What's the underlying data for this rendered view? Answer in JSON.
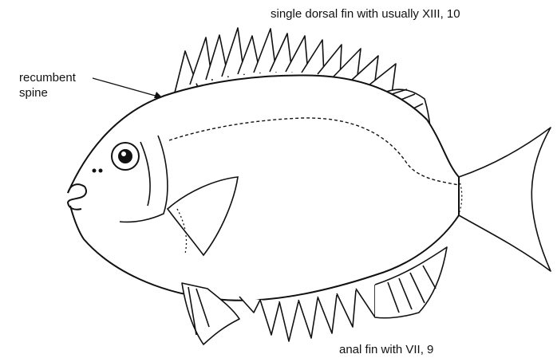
{
  "labels": {
    "dorsal_fin": "single dorsal fin with usually XIII, 10",
    "recumbent_line1": "recumbent",
    "recumbent_line2": "spine",
    "anal_fin": "anal fin with VII, 9"
  },
  "colors": {
    "ink": "#111111",
    "background": "#ffffff"
  }
}
